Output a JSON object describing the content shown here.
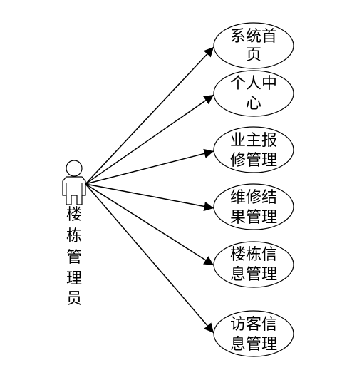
{
  "actor": {
    "label_lines": [
      "楼",
      "栋",
      "管",
      "理",
      "员"
    ]
  },
  "use_cases": [
    {
      "lines": [
        "系统首",
        "页"
      ]
    },
    {
      "lines": [
        "个人中",
        "心"
      ]
    },
    {
      "lines": [
        "业主报",
        "修管理"
      ]
    },
    {
      "lines": [
        "维修结",
        "果管理"
      ]
    },
    {
      "lines": [
        "楼栋信",
        "息管理"
      ]
    },
    {
      "lines": [
        "访客信",
        "息管理"
      ]
    }
  ]
}
